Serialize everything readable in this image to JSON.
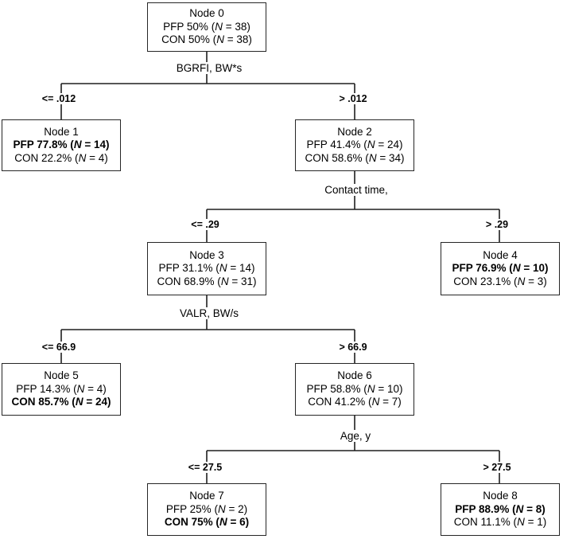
{
  "figure": {
    "type": "classification-tree",
    "background_color": "#ffffff",
    "line_color": "#1f1f1f",
    "text_color": "#000000"
  },
  "splits": [
    {
      "variable": "BGRFI, BW*s",
      "left_condition": "<= .012",
      "right_condition": "> .012"
    },
    {
      "variable": "Contact time,",
      "left_condition": "<= .29",
      "right_condition": "> .29"
    },
    {
      "variable": "VALR, BW/s",
      "left_condition": "<= 66.9",
      "right_condition": "> 66.9"
    },
    {
      "variable": "Age, y",
      "left_condition": "<= 27.5",
      "right_condition": "> 27.5"
    }
  ],
  "nodes": [
    {
      "title": "Node 0",
      "rows": [
        {
          "prefix": "PFP 50% (",
          "n": "N",
          "suffix": " = 38)",
          "bold": false
        },
        {
          "prefix": "CON 50% (",
          "n": "N",
          "suffix": " = 38)",
          "bold": false
        }
      ]
    },
    {
      "title": "Node 1",
      "rows": [
        {
          "prefix": "PFP 77.8% (",
          "n": "N",
          "suffix": " = 14)",
          "bold": true
        },
        {
          "prefix": "CON 22.2% (",
          "n": "N",
          "suffix": " = 4)",
          "bold": false
        }
      ]
    },
    {
      "title": "Node 2",
      "rows": [
        {
          "prefix": "PFP 41.4% (",
          "n": "N",
          "suffix": " = 24)",
          "bold": false
        },
        {
          "prefix": "CON 58.6% (",
          "n": "N",
          "suffix": " = 34)",
          "bold": false
        }
      ]
    },
    {
      "title": "Node 3",
      "rows": [
        {
          "prefix": "PFP 31.1% (",
          "n": "N",
          "suffix": " = 14)",
          "bold": false
        },
        {
          "prefix": "CON 68.9% (",
          "n": "N",
          "suffix": " = 31)",
          "bold": false
        }
      ]
    },
    {
      "title": "Node 4",
      "rows": [
        {
          "prefix": "PFP 76.9% (",
          "n": "N",
          "suffix": " = 10)",
          "bold": true
        },
        {
          "prefix": "CON 23.1% (",
          "n": "N",
          "suffix": " = 3)",
          "bold": false
        }
      ]
    },
    {
      "title": "Node 5",
      "rows": [
        {
          "prefix": "PFP 14.3% (",
          "n": "N",
          "suffix": " = 4)",
          "bold": false
        },
        {
          "prefix": "CON 85.7% (",
          "n": "N",
          "suffix": " = 24)",
          "bold": true
        }
      ]
    },
    {
      "title": "Node 6",
      "rows": [
        {
          "prefix": "PFP 58.8% (",
          "n": "N",
          "suffix": " = 10)",
          "bold": false
        },
        {
          "prefix": "CON 41.2% (",
          "n": "N",
          "suffix": " = 7)",
          "bold": false
        }
      ]
    },
    {
      "title": "Node 7",
      "rows": [
        {
          "prefix": "PFP 25% (",
          "n": "N",
          "suffix": " = 2)",
          "bold": false
        },
        {
          "prefix": "CON 75% (",
          "n": "N",
          "suffix": " = 6)",
          "bold": true
        }
      ]
    },
    {
      "title": "Node 8",
      "rows": [
        {
          "prefix": "PFP 88.9% (",
          "n": "N",
          "suffix": " = 8)",
          "bold": true
        },
        {
          "prefix": "CON 11.1% (",
          "n": "N",
          "suffix": " = 1)",
          "bold": false
        }
      ]
    }
  ]
}
